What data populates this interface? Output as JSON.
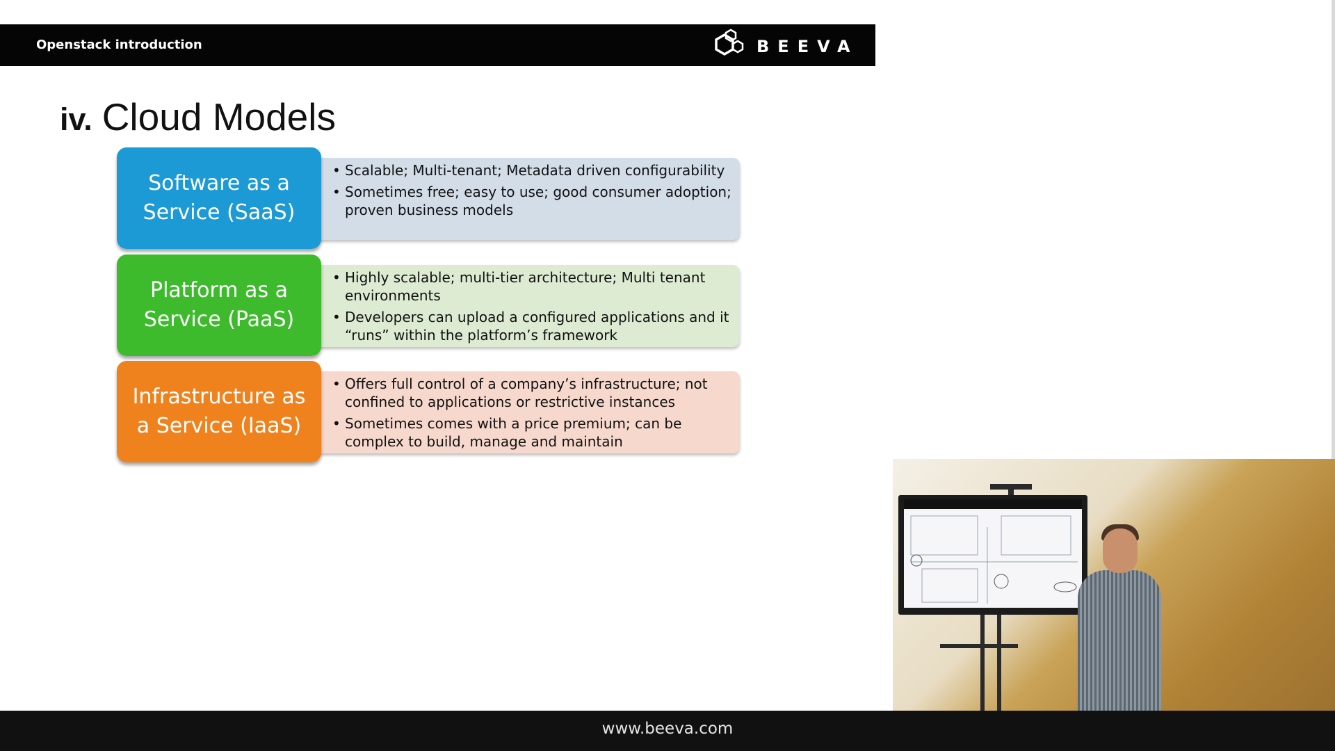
{
  "header": {
    "title": "Openstack introduction",
    "brand": "BEEVA"
  },
  "slide": {
    "number": "iv.",
    "title": "Cloud Models",
    "models": [
      {
        "name": "Software as a\nService (SaaS)",
        "color": "#1b9ad6",
        "desc_color": "#d3dde7",
        "bullets": [
          "Scalable;  Multi-tenant; Metadata driven configurability",
          "Sometimes free; easy to use; good consumer adoption; proven business models"
        ]
      },
      {
        "name": "Platform as a\nService (PaaS)",
        "color": "#3dbb2c",
        "desc_color": "#dcebd2",
        "bullets": [
          "Highly scalable; multi-tier architecture; Multi tenant environments",
          "Developers can upload a configured applications and it “runs” within the platform’s framework"
        ]
      },
      {
        "name": "Infrastructure as\na Service (IaaS)",
        "color": "#f0821e",
        "desc_color": "#f6d8cd",
        "bullets": [
          "Offers full control of a company’s infrastructure; not confined to applications or restrictive instances",
          "Sometimes comes with a price premium; can be complex to build, manage and maintain"
        ]
      }
    ]
  },
  "footer": {
    "url": "www.beeva.com"
  }
}
